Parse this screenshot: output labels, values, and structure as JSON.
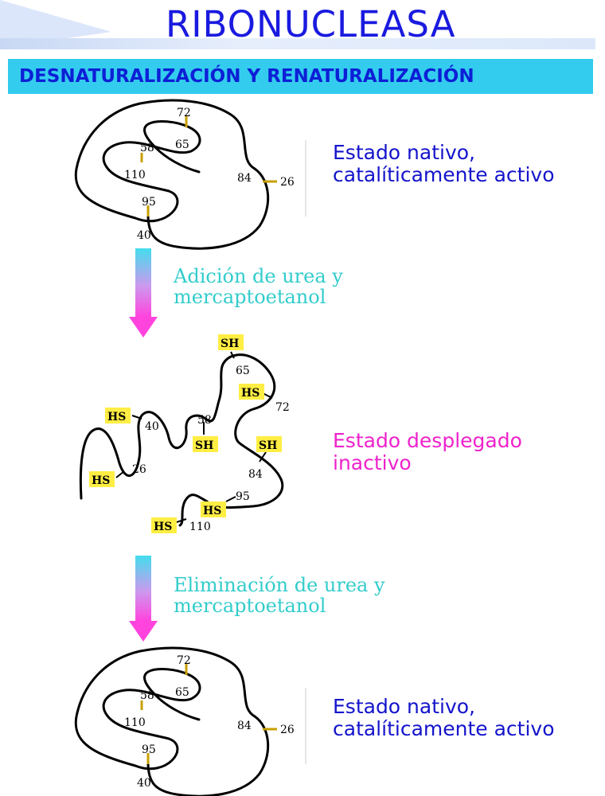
{
  "title": "RIBONUCLEASA",
  "subtitle": "DESNATURALIZACIÓN Y RENATURALIZACIÓN",
  "states": {
    "native_top": {
      "line1": "Estado nativo,",
      "line2": "catalíticamente activo"
    },
    "unfolded": {
      "line1": "Estado desplegado",
      "line2": "inactivo"
    },
    "native_bottom": {
      "line1": "Estado nativo,",
      "line2": "catalíticamente activo"
    }
  },
  "steps": {
    "addition": {
      "line1": "Adición de urea y",
      "line2": "mercaptoetanol"
    },
    "removal": {
      "line1": "Eliminación de urea y",
      "line2": "mercaptoetanol"
    }
  },
  "native_labels": {
    "r72": "72",
    "r65": "65",
    "r58": "58",
    "r110": "110",
    "r84": "84",
    "r26": "26",
    "r95": "95",
    "r40": "40"
  },
  "unfolded_labels": {
    "r65": "65",
    "r72": "72",
    "r40": "40",
    "r58": "58",
    "r26": "26",
    "r84": "84",
    "r95": "95",
    "r110": "110",
    "sh": "SH",
    "hs": "HS"
  },
  "colors": {
    "title": "#1a1ae0",
    "subtitle_bg": "#33ccee",
    "state_blue": "#1414cc",
    "state_pink": "#ee22cc",
    "step_text": "#33cccc",
    "disulfide": "#c8a000",
    "sh_box": "#ffee44"
  }
}
